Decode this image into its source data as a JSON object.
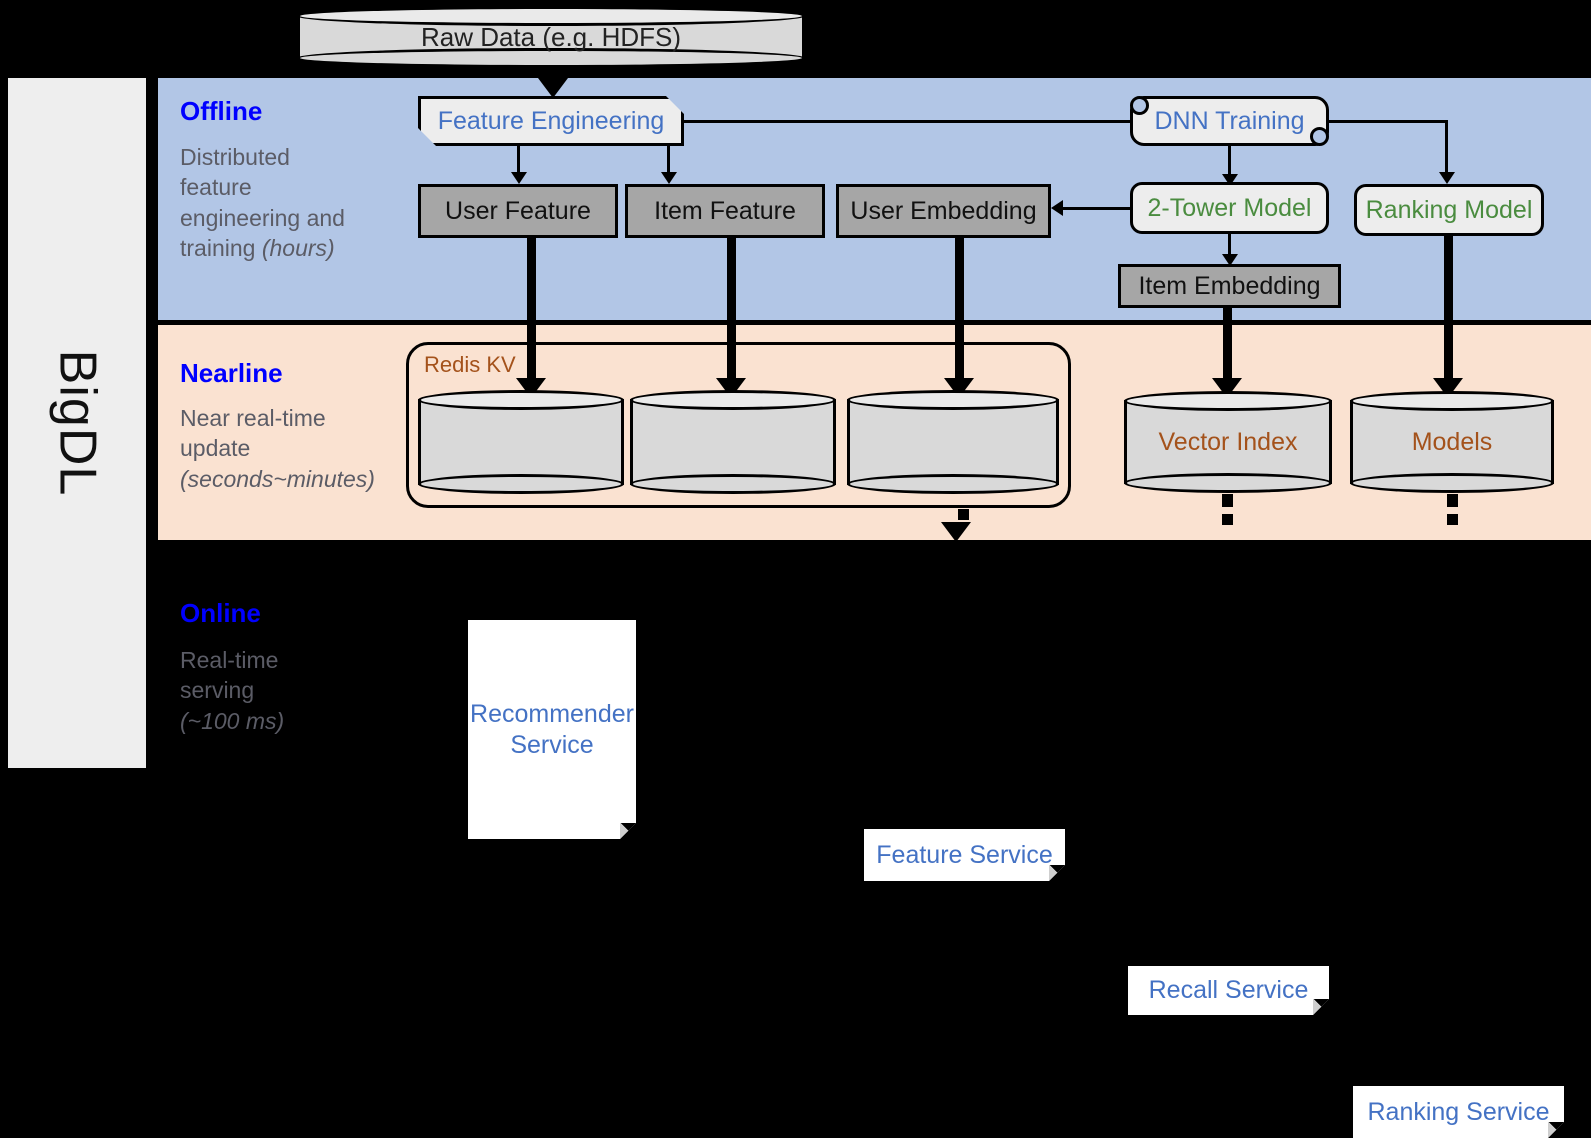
{
  "framework": {
    "name": "BigDL"
  },
  "source": {
    "label": "Raw Data (e.g. HDFS)",
    "icon": "database-cylinder-icon"
  },
  "bands": [
    {
      "id": "offline",
      "title": "Offline",
      "description_line1": "Distributed",
      "description_line2": "feature",
      "description_line3": "engineering and",
      "description_line4": "training ",
      "description_emphasis": "(hours)",
      "bg_color": "#b2c6e6"
    },
    {
      "id": "nearline",
      "title": "Nearline",
      "description_line1": "Near real-time",
      "description_line2": "update",
      "description_emphasis": "(seconds~minutes)",
      "bg_color": "#fae2d1"
    },
    {
      "id": "online",
      "title": "Online",
      "description_line1": "Real-time",
      "description_line2": "serving",
      "description_emphasis": "(~100 ms)",
      "bg_color": "#000000"
    }
  ],
  "offline_nodes": {
    "feature_engineering": "Feature Engineering",
    "dnn_training": "DNN Training",
    "user_feature": "User Feature",
    "item_feature": "Item Feature",
    "user_embedding": "User Embedding",
    "two_tower_model": "2-Tower Model",
    "ranking_model": "Ranking Model",
    "item_embedding": "Item Embedding"
  },
  "nearline_nodes": {
    "redis_kv": "Redis KV",
    "store_user_feature": "",
    "store_item_feature": "",
    "store_user_embedding": "",
    "vector_index": "Vector Index",
    "models": "Models"
  },
  "online_nodes": {
    "recommender_service_line1": "Recommender",
    "recommender_service_line2": "Service",
    "feature_service": "Feature Service",
    "recall_service": "Recall Service",
    "ranking_service": "Ranking Service"
  },
  "colors": {
    "band_title": "#0000ff",
    "band_desc": "#5b5c66",
    "blue_node_text": "#4472c4",
    "green_node_text": "#4a8c3f",
    "brown_node_text": "#a4521b",
    "gray_box_fill": "#a6a6a6",
    "light_box_fill": "#ededed",
    "cylinder_fill": "#d9d9d9",
    "offline_bg": "#b2c6e6",
    "nearline_bg": "#fae2d1",
    "online_bg": "#000000",
    "rail_bg": "#eeeeee"
  }
}
